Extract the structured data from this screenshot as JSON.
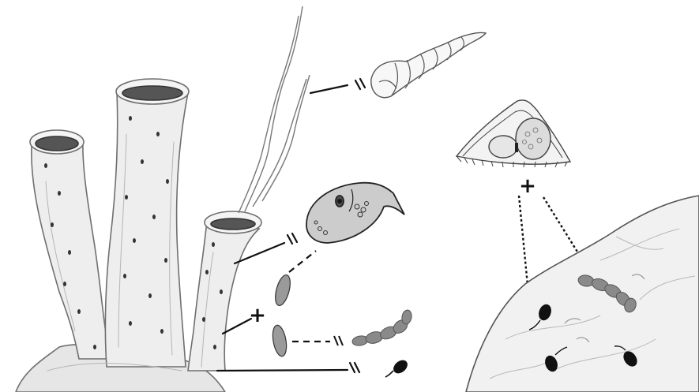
{
  "labels": {
    "plus_left": "+",
    "plus_right": "+"
  },
  "colors": {
    "ink": "#111111",
    "pencil": "#6f6f6f",
    "shade": "#cfcfcf",
    "sponge_fill": "#e9e9e9",
    "microbe_grey": "#8a8a8a",
    "microbe_dark": "#111111"
  },
  "icons": {
    "sponge": "tube-sponge-drawing",
    "worm": "segmented-worm-drawing",
    "fish": "small-fish-drawing",
    "shell": "foraminifera-shell-drawing",
    "rock": "coral-rock-drawing"
  }
}
